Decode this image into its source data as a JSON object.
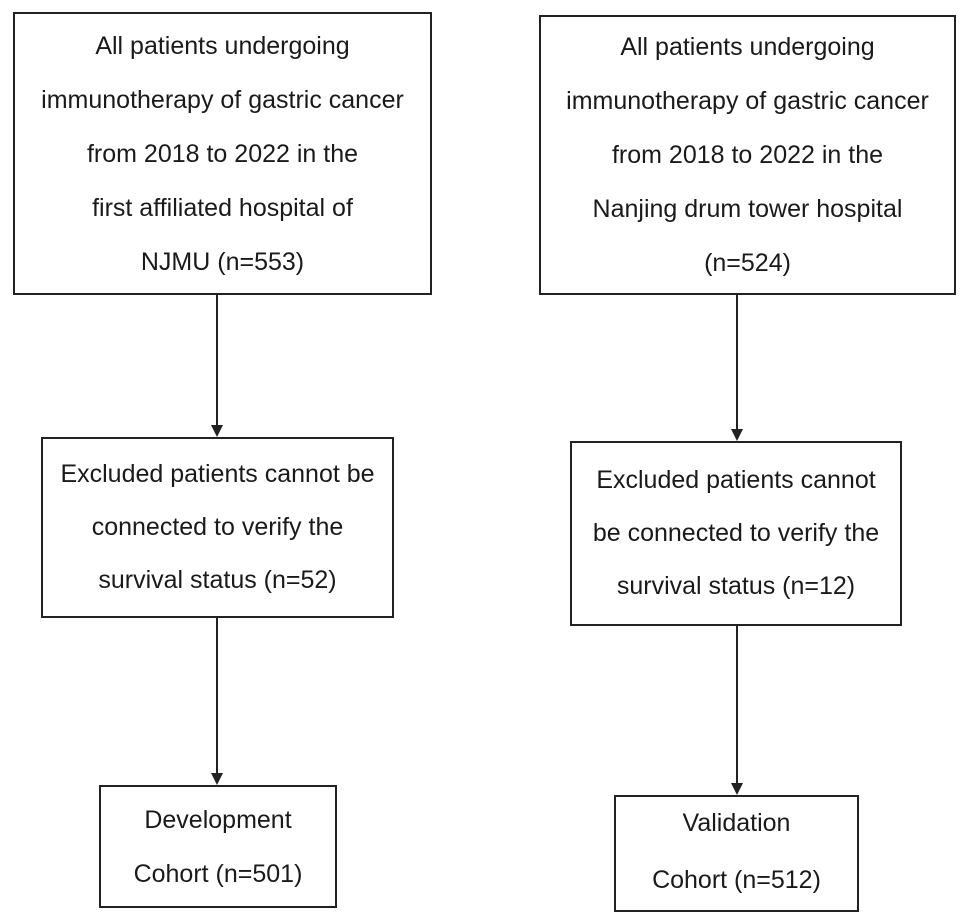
{
  "flowchart": {
    "left": {
      "source": {
        "lines": [
          "All patients undergoing",
          "immunotherapy of gastric cancer",
          "from 2018 to 2022 in the",
          "first affiliated hospital of",
          "NJMU (n=553)"
        ]
      },
      "exclusion": {
        "lines": [
          "Excluded patients cannot be",
          "connected to verify the",
          "survival status (n=52)"
        ]
      },
      "cohort": {
        "lines": [
          "Development",
          "Cohort (n=501)"
        ]
      }
    },
    "right": {
      "source": {
        "lines": [
          "All patients undergoing",
          "immunotherapy of gastric cancer",
          "from 2018 to 2022 in the",
          "Nanjing drum tower hospital",
          "(n=524)"
        ]
      },
      "exclusion": {
        "lines": [
          "Excluded patients cannot",
          "be connected to verify the",
          "survival status (n=12)"
        ]
      },
      "cohort": {
        "lines": [
          "Validation",
          "Cohort (n=512)"
        ]
      }
    }
  },
  "colors": {
    "stroke": "#222222",
    "text": "#1a1a1a",
    "background": "#ffffff"
  }
}
